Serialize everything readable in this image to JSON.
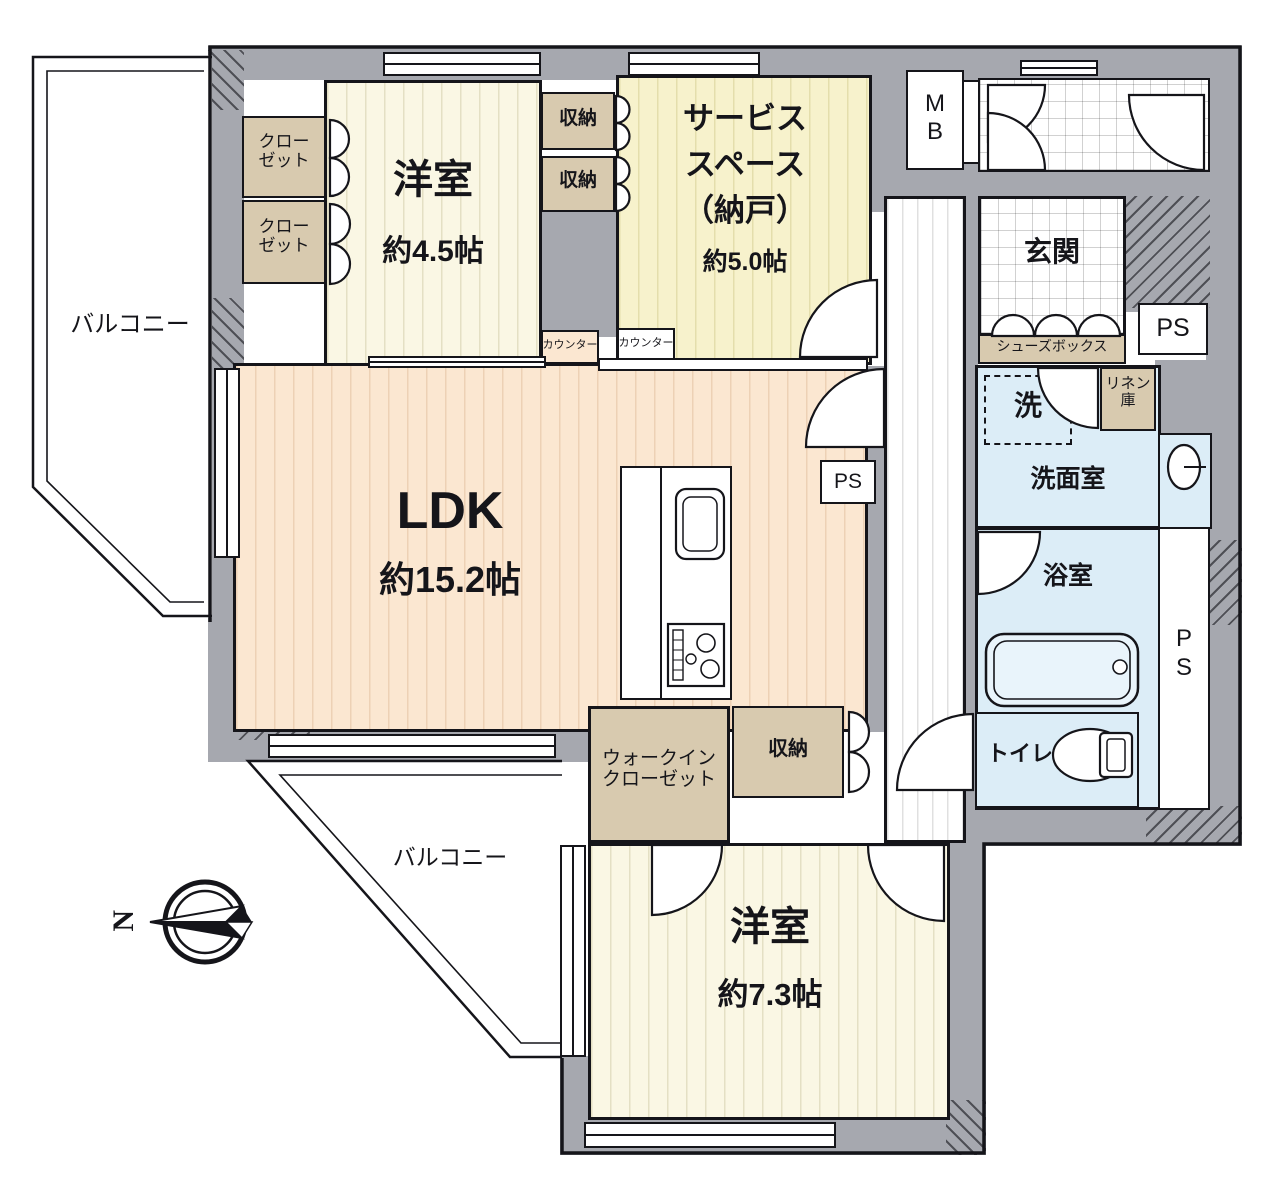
{
  "compass": {
    "north": "N"
  },
  "balconies": {
    "left": "バルコニー",
    "bottom": "バルコニー"
  },
  "rooms": {
    "bedroom_45": {
      "name": "洋室",
      "size": "約4.5帖"
    },
    "service_space": {
      "line1": "サービス",
      "line2": "スペース",
      "line3": "（納戸）",
      "size": "約5.0帖"
    },
    "ldk": {
      "name": "LDK",
      "size": "約15.2帖"
    },
    "bedroom_73": {
      "name": "洋室",
      "size": "約7.3帖"
    },
    "entrance": {
      "name": "玄関"
    },
    "washroom": {
      "name": "洗面室"
    },
    "bathroom": {
      "name": "浴室"
    },
    "toilet": {
      "name": "トイレ"
    }
  },
  "storage": {
    "closet_top": {
      "line1": "クロー",
      "line2": "ゼット"
    },
    "closet_bottom": {
      "line1": "クロー",
      "line2": "ゼット"
    },
    "storage_top1": "収納",
    "storage_top2": "収納",
    "storage_hall": "収納",
    "walk_in_closet": {
      "line1": "ウォークイン",
      "line2": "クローゼット"
    },
    "shoes_box": "シューズボックス",
    "linen": {
      "line1": "リネン",
      "line2": "庫"
    },
    "laundry": "洗"
  },
  "labels": {
    "mb_line1": "M",
    "mb_line2": "B",
    "ps_top": "PS",
    "ps_ldk": "PS",
    "ps_right_line1": "P",
    "ps_right_line2": "S",
    "counter1": "カウンター",
    "counter2": "カウンター"
  },
  "colors": {
    "wall": "#a6a8af",
    "cream_room": "#faf7e4",
    "yellow_room": "#f7f2cc",
    "peach_room": "#fbe7d1",
    "tan_storage": "#d8caaf",
    "wet_blue": "#dcedf7"
  }
}
